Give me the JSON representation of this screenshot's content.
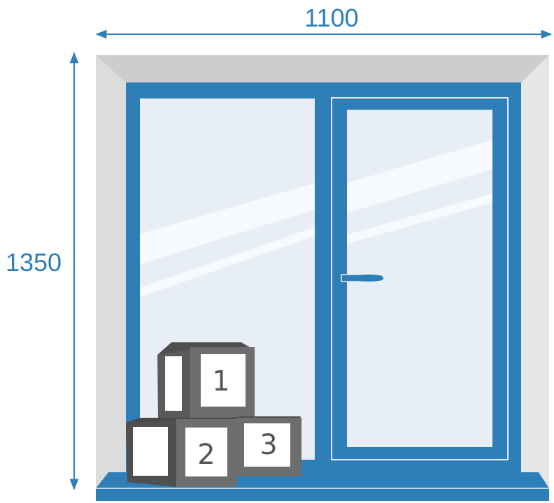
{
  "dimensions": {
    "width_label": "1100",
    "height_label": "1350"
  },
  "cubes": [
    {
      "label": "1"
    },
    {
      "label": "2"
    },
    {
      "label": "3"
    }
  ],
  "colors": {
    "frame_blue": "#2e7fb8",
    "glass": "#e7eef5",
    "glass_streak": "#f7fafc",
    "wall": "#d0d0d0",
    "wall_side": "#e3e3e3",
    "cube_dark": "#5a5a5a",
    "cube_mid": "#6e6e6e",
    "cube_face": "#ffffff",
    "dimension": "#2e7fb8"
  }
}
